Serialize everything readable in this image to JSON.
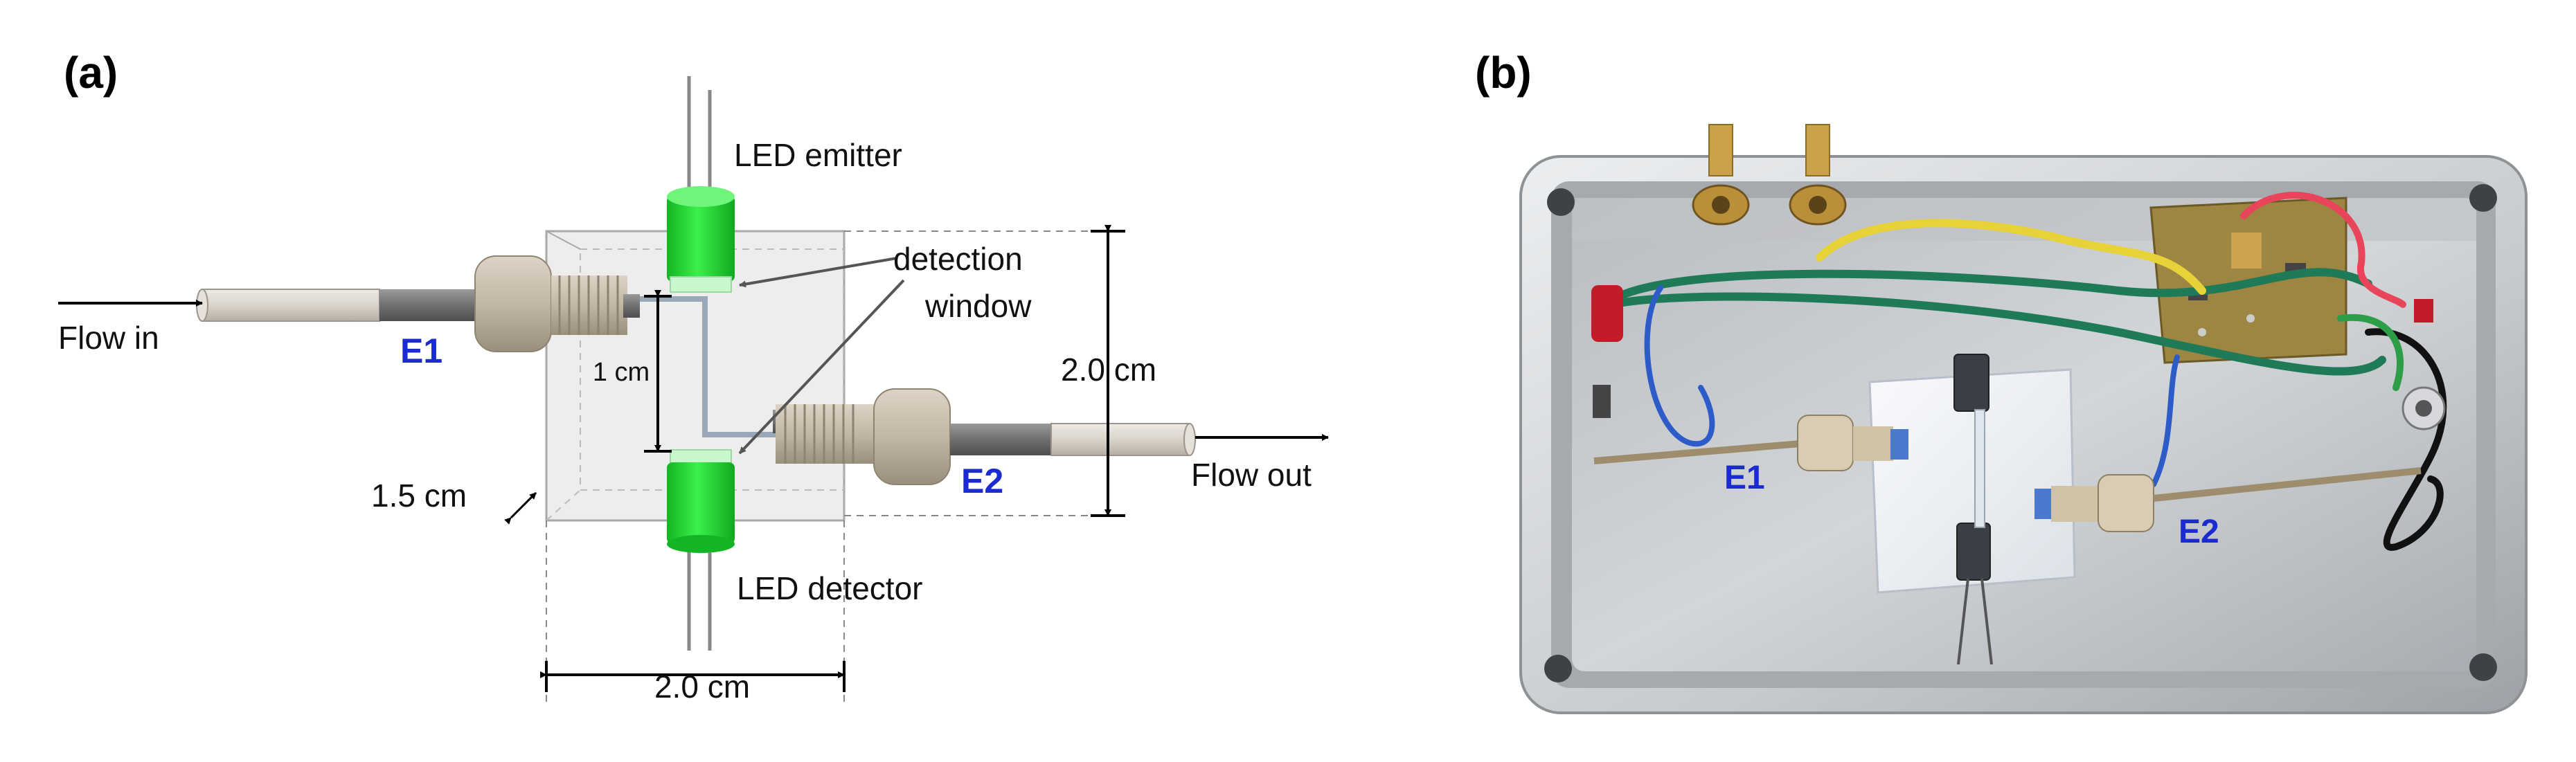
{
  "panel_a": {
    "label": "(a)",
    "led_emitter": "LED emitter",
    "detection_window_line1": "detection",
    "detection_window_line2": "window",
    "flow_in": "Flow in",
    "flow_out": "Flow out",
    "electrode_1": "E1",
    "electrode_2": "E2",
    "dim_1cm": "1 cm",
    "dim_height": "2.0 cm",
    "dim_depth": "1.5 cm",
    "dim_width": "2.0 cm",
    "led_detector": "LED detector"
  },
  "panel_b": {
    "label": "(b)",
    "electrode_1": "E1",
    "electrode_2": "E2"
  },
  "colors": {
    "led_green": "#22dd33",
    "electrode_label": "#1a2bd1",
    "fitting_tan": "#c2b6a4",
    "aluminium": "#c9ccd0"
  }
}
